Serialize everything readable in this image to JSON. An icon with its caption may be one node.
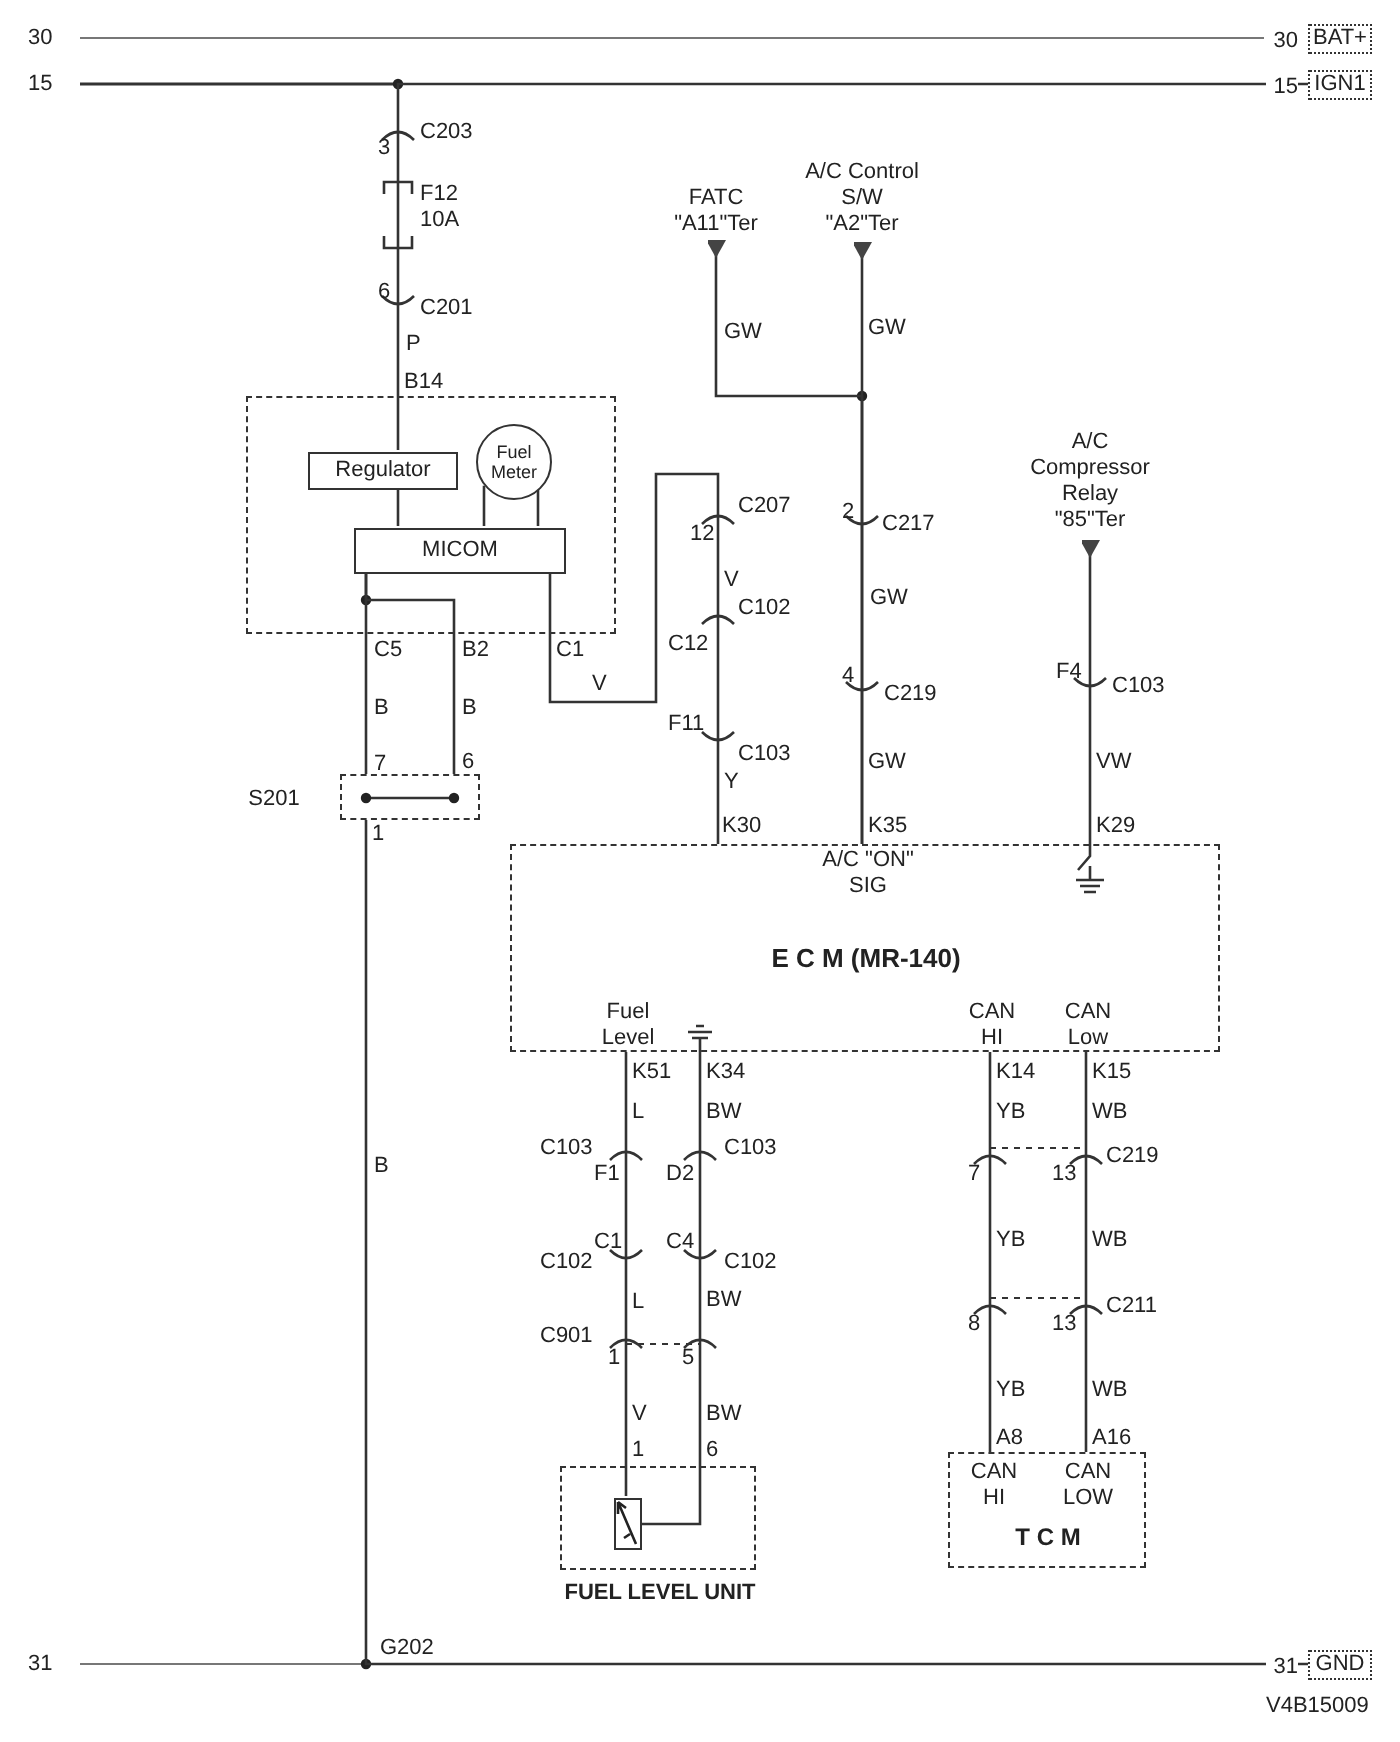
{
  "diagram": {
    "nodes": [
      {
        "text": [],
        "shape": "box"
      },
      {
        "text": [
          "Regulator"
        ],
        "in": 0
      },
      {
        "text": [
          "Fuel Meter"
        ],
        "in": 0
      },
      {
        "text": [
          "MICOM"
        ],
        "in": 0
      },
      {
        "text": [
          "A/C \"ON\" SIG",
          "E C M (MR-140)",
          "Fuel Level",
          "CAN HI",
          "CAN Low"
        ]
      },
      {
        "text": [
          "CAN HI",
          "CAN LOW",
          "T C M"
        ]
      },
      {
        "text": [
          "FUEL LEVEL UNIT"
        ]
      },
      {
        "text": [
          "S201"
        ]
      },
      {
        "text": [
          "FATC \"A11\"Ter"
        ]
      },
      {
        "text": [
          "A/C Control S/W \"A2\"Ter"
        ]
      },
      {
        "text": [
          "A/C Compressor Relay \"85\"Ter"
        ]
      },
      {
        "text": [
          "BAT+"
        ],
        "beside": [
          "30"
        ]
      },
      {
        "text": [
          "IGN1"
        ],
        "beside": [
          "15"
        ]
      },
      {
        "text": [
          "GND"
        ],
        "beside": [
          "31"
        ]
      },
      {
        "text": [],
        "shape": "box",
        "in": 6
      }
    ],
    "edges": [
      {
        "from": 12,
        "to": 1,
        "arrow": "none"
      },
      {
        "from": 1,
        "to": 3,
        "arrow": "none"
      },
      {
        "from": 2,
        "to": 3,
        "arrow": "none"
      },
      {
        "from": 2,
        "to": 3,
        "arrow": "none"
      },
      {
        "from": 3,
        "to": 7,
        "arrow": "none"
      },
      {
        "from": 3,
        "to": 7,
        "arrow": "none"
      },
      {
        "from": 3,
        "to": 4,
        "arrow": "none"
      },
      {
        "from": 8,
        "to": 4,
        "arrow": "other"
      },
      {
        "from": 9,
        "to": 4,
        "arrow": "other"
      },
      {
        "from": 10,
        "to": 4,
        "arrow": "other"
      },
      {
        "from": 4,
        "to": 14,
        "arrow": "none"
      },
      {
        "from": 4,
        "to": 14,
        "arrow": "none"
      },
      {
        "from": 4,
        "to": 5,
        "arrow": "none"
      },
      {
        "from": 4,
        "to": 5,
        "arrow": "none"
      },
      {
        "from": 7,
        "to": 13,
        "arrow": "none"
      }
    ],
    "labels": [
      "30",
      "15",
      "3",
      "C203",
      "F12",
      "10A",
      "6",
      "C201",
      "P",
      "GW",
      "GW",
      "B14",
      "12",
      "C207",
      "2",
      "C217",
      "V",
      "C102",
      "GW",
      "C5",
      "B2",
      "C1",
      "C12",
      "V",
      "4",
      "C219",
      "F4",
      "C103",
      "B",
      "B",
      "F11",
      "7",
      "6",
      "C103",
      "GW",
      "VW",
      "Y",
      "K30",
      "K35",
      "K29",
      "1",
      "K51",
      "K34",
      "K14",
      "K15",
      "L",
      "BW",
      "YB",
      "WB",
      "B",
      "C103",
      "F1",
      "D2",
      "C103",
      "7",
      "13",
      "C219",
      "C102",
      "C1",
      "C4",
      "C102",
      "YB",
      "WB",
      "L",
      "BW",
      "8",
      "13",
      "C211",
      "C901",
      "1",
      "5",
      "YB",
      "WB",
      "V",
      "BW",
      "A8",
      "A16",
      "1",
      "6",
      "G202",
      "31",
      "V4B15009"
    ]
  }
}
